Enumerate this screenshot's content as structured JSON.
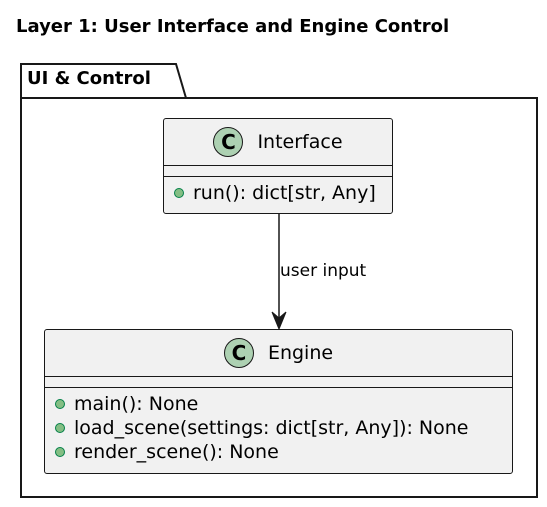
{
  "title": "Layer 1: User Interface and Engine Control",
  "package": {
    "label": "UI & Control"
  },
  "classes": [
    {
      "name": "Interface",
      "stereotype_letter": "C",
      "methods": [
        "run(): dict[str, Any]"
      ]
    },
    {
      "name": "Engine",
      "stereotype_letter": "C",
      "methods": [
        "main(): None",
        "load_scene(settings: dict[str, Any]): None",
        "render_scene(): None"
      ]
    }
  ],
  "relations": [
    {
      "from": "Interface",
      "to": "Engine",
      "label": "user input"
    }
  ],
  "colors": {
    "class_fill": "#f1f1f1",
    "class_border": "#181818",
    "stereotype_circle": "#add1b2",
    "method_dot": "#84be84",
    "method_dot_border": "#038048"
  }
}
